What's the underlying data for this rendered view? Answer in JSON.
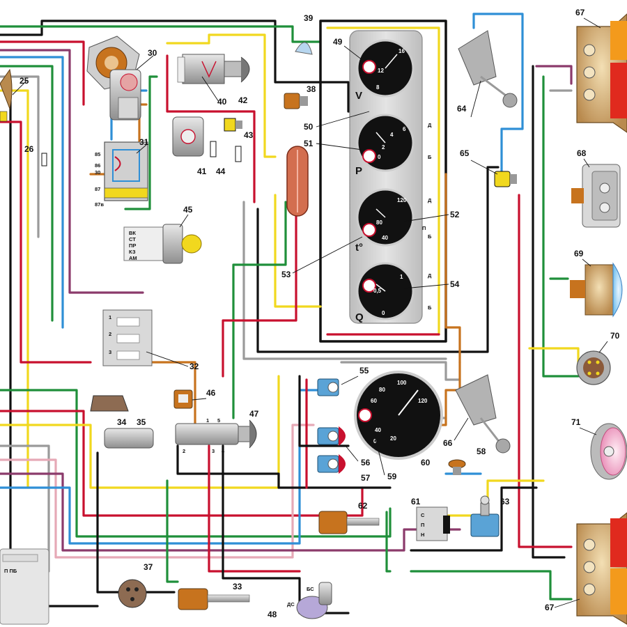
{
  "labels": {
    "n25": "25",
    "n26": "26",
    "n30": "30",
    "n31": "31",
    "n32": "32",
    "n33": "33",
    "n34": "34",
    "n35": "35",
    "n37": "37",
    "n38": "38",
    "n39": "39",
    "n40": "40",
    "n41": "41",
    "n42": "42",
    "n43": "43",
    "n44": "44",
    "n45": "45",
    "n46": "46",
    "n47": "47",
    "n48": "48",
    "n49": "49",
    "n50": "50",
    "n51": "51",
    "n52": "52",
    "n53": "53",
    "n54": "54",
    "n55": "55",
    "n56": "56",
    "n57": "57",
    "n58": "58",
    "n59": "59",
    "n60": "60",
    "n61": "61",
    "n62": "62",
    "n63": "63",
    "n64": "64",
    "n65": "65",
    "n66": "66",
    "n67a": "67",
    "n67b": "67",
    "n68": "68",
    "n69": "69",
    "n70": "70",
    "n71": "71"
  },
  "relay31": {
    "p85": "85",
    "p86": "86",
    "p30": "30",
    "p87": "87",
    "p87b": "87в"
  },
  "ignition45": {
    "vk": "ВК",
    "st": "СТ",
    "pr": "ПР",
    "kz": "КЗ",
    "am": "АМ"
  },
  "switch32": {
    "p1": "1",
    "p2": "2",
    "p3": "3"
  },
  "switch47": {
    "p1": "1",
    "p2": "2",
    "p3": "3",
    "p4": "4",
    "p5": "5"
  },
  "cluster": {
    "letter_v": "V",
    "letter_p": "P",
    "letter_t": "t°",
    "letter_q": "Q",
    "term_d": "Д",
    "term_b": "Б",
    "term_p": "П"
  },
  "gauge49": {
    "t8": "8",
    "t12": "12",
    "t16": "16"
  },
  "gauge51": {
    "t0": "0",
    "t2": "2",
    "t4": "4",
    "t6": "6"
  },
  "gauge52": {
    "t40": "40",
    "t80": "80",
    "t120": "120"
  },
  "gauge54": {
    "t0": "0",
    "t05": "0,5",
    "t1": "1"
  },
  "speedo60": {
    "t0": "0",
    "t20": "20",
    "t40": "40",
    "t60": "60",
    "t80": "80",
    "t100": "100",
    "t120": "120"
  },
  "sender48": {
    "bs": "БС",
    "ds": "ДС"
  },
  "switch61": {
    "s": "С",
    "p": "П",
    "n": "Н"
  },
  "fusebox": {
    "text": "П ПБ"
  },
  "colors": {
    "red": "#c8102e",
    "green": "#1f8f3a",
    "yellow": "#f1d81e",
    "blue": "#2f8fd6",
    "black": "#111111",
    "gray": "#9a9a9a",
    "brown": "#c7731e",
    "pink": "#e6a9b6",
    "purple": "#8b3a6b",
    "white": "#ffffff"
  }
}
